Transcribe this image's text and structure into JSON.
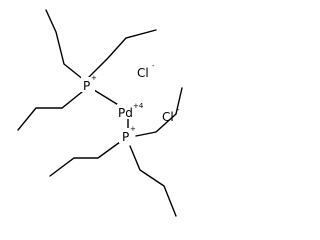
{
  "diagram": {
    "atoms": {
      "p_top": {
        "symbol": "P",
        "charge": "+"
      },
      "p_bottom": {
        "symbol": "P",
        "charge": "+"
      },
      "pd": {
        "symbol": "Pd",
        "charge": "+4"
      },
      "cl_1": {
        "symbol": "Cl",
        "charge": "-"
      },
      "cl_2": {
        "symbol": "Cl",
        "charge": "-"
      }
    },
    "colors": {
      "bond": "#000000",
      "text": "#000000",
      "background": "#ffffff"
    }
  }
}
